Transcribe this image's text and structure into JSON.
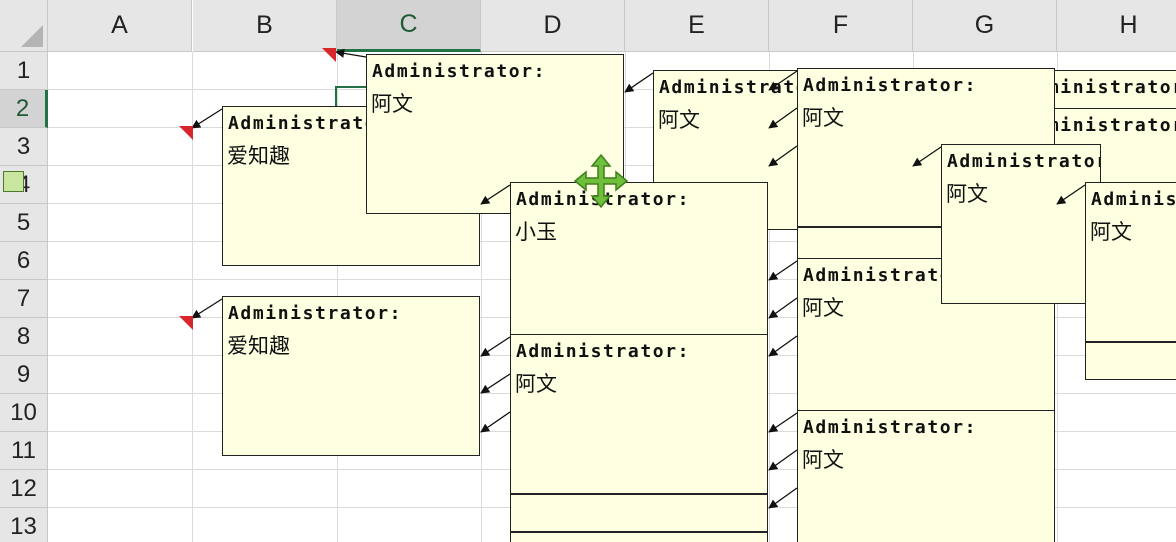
{
  "sheet": {
    "columns": [
      "A",
      "B",
      "C",
      "D",
      "E",
      "F",
      "G",
      "H"
    ],
    "rows": [
      "1",
      "2",
      "3",
      "4",
      "5",
      "6",
      "7",
      "8",
      "9",
      "10",
      "11",
      "12",
      "13"
    ],
    "selected_column": "C",
    "selected_row": "2"
  },
  "comments": [
    {
      "id": "c1",
      "author": "Administrator:",
      "text": "阿文"
    },
    {
      "id": "c2",
      "author": "Administrator:",
      "text": "爱知趣"
    },
    {
      "id": "c3",
      "author": "Administrator:",
      "text": "爱知趣"
    },
    {
      "id": "c4",
      "author": "Administrator:",
      "text": "小玉"
    },
    {
      "id": "c5",
      "author": "Administrator:",
      "text": "阿文"
    },
    {
      "id": "c6",
      "author": "Administrator:",
      "text": "爱知趣"
    },
    {
      "id": "c7",
      "author": "Administrator:",
      "text": "阿文"
    },
    {
      "id": "c8",
      "author": "Administrator:",
      "text": "阿文"
    },
    {
      "id": "c9",
      "author": "Administrator:",
      "text": "阿文"
    },
    {
      "id": "c10",
      "author": "Administrator:",
      "text": "阿文"
    },
    {
      "id": "c11",
      "author": "Administrator:",
      "text": "阿文"
    },
    {
      "id": "c12",
      "author": "Administrator:",
      "text": ""
    },
    {
      "id": "c13",
      "author": "Administrator:",
      "text": ""
    }
  ],
  "colors": {
    "note_bg": "#ffffe1",
    "selection": "#217346",
    "indicator": "#d9262c",
    "cursor": "#6fbf3a"
  },
  "icons": {
    "move_cursor": "move-cursor-icon",
    "comment_indicator": "comment-indicator-icon"
  }
}
